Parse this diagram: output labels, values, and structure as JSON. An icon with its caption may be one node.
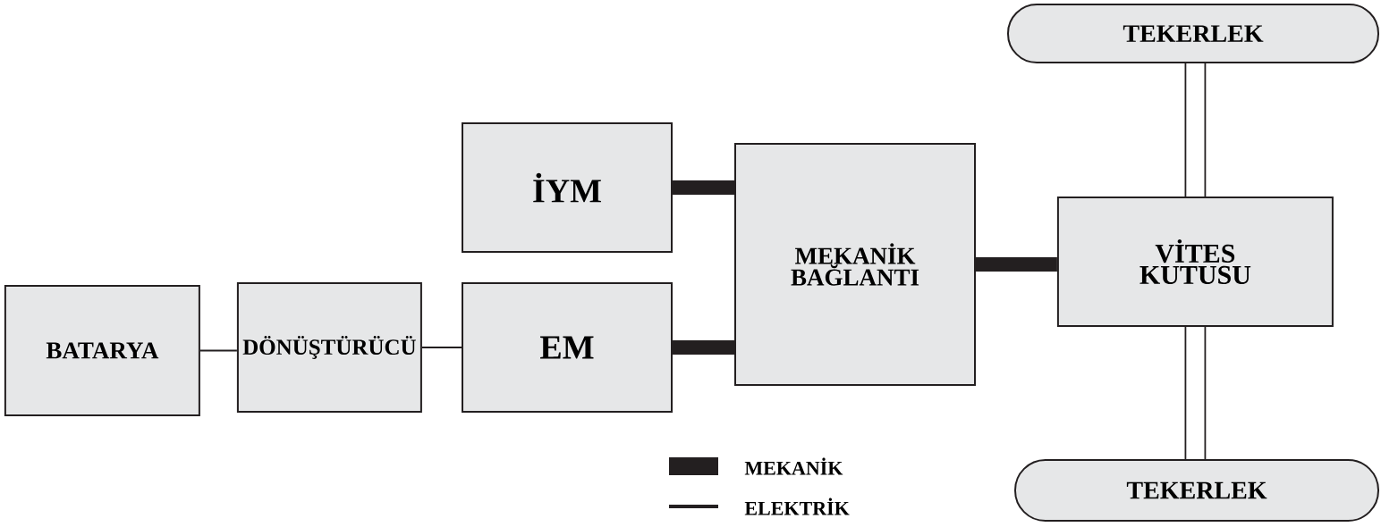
{
  "diagram": {
    "nodes": [
      {
        "text": [
          "BATARYA"
        ]
      },
      {
        "text": [
          "DÖNÜŞTÜRÜCÜ"
        ]
      },
      {
        "text": [
          "İYM"
        ]
      },
      {
        "text": [
          "EM"
        ]
      },
      {
        "text": [
          "MEKANİK BAĞLANTI"
        ]
      },
      {
        "text": [
          "VİTES KUTUSU"
        ]
      },
      {
        "text": [
          "TEKERLEK"
        ]
      },
      {
        "text": [
          "TEKERLEK"
        ]
      }
    ],
    "edges": [
      {
        "from": 0,
        "to": 1,
        "arrow": "none"
      },
      {
        "from": 1,
        "to": 3,
        "arrow": "none"
      },
      {
        "from": 2,
        "to": 4,
        "arrow": "none",
        "style": "thick"
      },
      {
        "from": 3,
        "to": 4,
        "arrow": "none",
        "style": "thick"
      },
      {
        "from": 4,
        "to": 5,
        "arrow": "none",
        "style": "thick"
      },
      {
        "from": 5,
        "to": 6,
        "arrow": "none"
      },
      {
        "from": 5,
        "to": 7,
        "arrow": "none"
      }
    ],
    "legend": [
      {
        "text": "MEKANİK"
      },
      {
        "text": "ELEKTRİK"
      }
    ]
  }
}
